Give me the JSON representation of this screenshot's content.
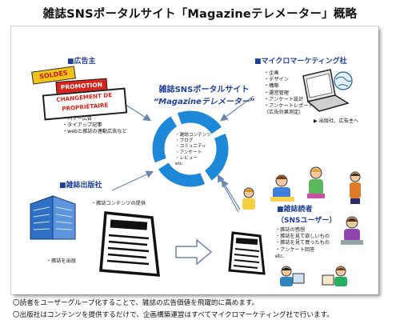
{
  "title": "雑誌SNSポータルサイト「Magazineテレメーター」概略",
  "advertiser": {
    "heading": "■広告主",
    "stickers": [
      "SOLDES",
      "PROMOTION",
      "CHANGEMENT DE",
      "PROPRIÉTAIRE"
    ],
    "items": [
      "・バナー広告",
      "・タイアップ記事",
      "・webと雑誌の連動広告など"
    ]
  },
  "micro": {
    "heading": "■マイクロマーケティング社",
    "items": [
      "・企画",
      "・デザイン",
      "・構築",
      "・運営管理",
      "・アンケート設計",
      "・アンケートレポート",
      "（広告効果測定）"
    ],
    "note": "出版社、広告主へ"
  },
  "center": {
    "title1": "雑誌SNSポータルサイト",
    "title2": "“Magazineテレメーター”",
    "items": [
      "・雑誌コンテンツ",
      "・ブログ",
      "・コミュニティ",
      "・アンケート",
      "・レビュー",
      "etc."
    ]
  },
  "publisher": {
    "heading": "■雑誌出版社",
    "item1": "・雑誌コンテンツの提供",
    "item2": "・雑誌を出版"
  },
  "readers": {
    "heading1": "■雑誌読者",
    "heading2": "（SNSユーザー）",
    "items": [
      "・雑誌の感想",
      "・雑誌を見て欲しいもの",
      "・雑誌を見て買ったもの",
      "・アンケート回答",
      "etc."
    ]
  },
  "notes": [
    "〇読者をユーザーグループ化することで、雑誌の広告価値を飛躍的に高めます。",
    "〇出版社はコンテンツを提供するだけで、企画構築運営はすべてマイクロマーケティング社で行います。"
  ],
  "colors": {
    "heading": "#1f3f99",
    "cycle": "#1e88d8",
    "arrow": "#6b86b0",
    "red": "#d9241c"
  }
}
